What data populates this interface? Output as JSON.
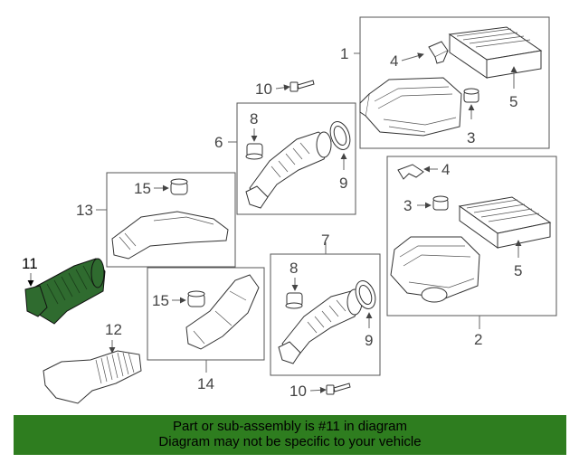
{
  "callouts": {
    "c1": "1",
    "c2": "2",
    "c3a": "3",
    "c3b": "3",
    "c4a": "4",
    "c4b": "4",
    "c5a": "5",
    "c5b": "5",
    "c6": "6",
    "c7": "7",
    "c8a": "8",
    "c8b": "8",
    "c9a": "9",
    "c9b": "9",
    "c10a": "10",
    "c10b": "10",
    "c11": "11",
    "c12": "12",
    "c13": "13",
    "c14": "14",
    "c15a": "15",
    "c15b": "15"
  },
  "highlight": {
    "part_number": "11",
    "color": "#2e7d1f"
  },
  "banner": {
    "line1": "Part or sub-assembly is #11 in diagram",
    "line2": "Diagram may not be specific to your vehicle"
  }
}
